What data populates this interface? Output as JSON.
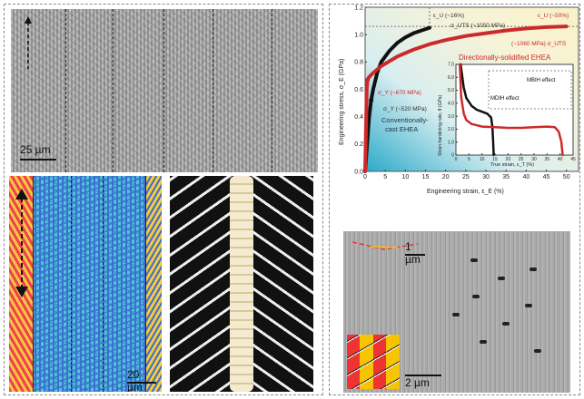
{
  "panels": {
    "top_left": {
      "scale_bar": "25 µm"
    },
    "ebsd": {
      "scale_bar": "20 µm"
    },
    "bottom_right": {
      "scale_bar_small": "1 µm",
      "scale_bar_large": "2 µm"
    }
  },
  "chart_data": {
    "type": "line",
    "xlabel": "Engineering strain, ε_E (%)",
    "ylabel": "Engineering stress, σ_E (GPa)",
    "xlim": [
      0,
      53
    ],
    "ylim": [
      0,
      1.2
    ],
    "xticks": [
      "0",
      "5",
      "10",
      "15",
      "20",
      "25",
      "30",
      "35",
      "40",
      "45",
      "50"
    ],
    "yticks": [
      "0.0",
      "0.2",
      "0.4",
      "0.6",
      "0.8",
      "1.0",
      "1.2"
    ],
    "colors": {
      "red": "#cc2a2a",
      "black": "#111111"
    },
    "series": [
      {
        "name": "Conventionally-cast EHEA",
        "color": "#111111",
        "x": [
          0,
          0.5,
          1,
          1.5,
          2,
          3,
          4,
          6,
          8,
          10,
          12,
          14,
          16
        ],
        "y": [
          0,
          0.2,
          0.4,
          0.52,
          0.6,
          0.72,
          0.8,
          0.88,
          0.94,
          0.98,
          1.01,
          1.03,
          1.05
        ]
      },
      {
        "name": "Directionally-solidified EHEA",
        "color": "#cc2a2a",
        "x": [
          0,
          0.2,
          0.4,
          0.6,
          1,
          2,
          4,
          8,
          12,
          16,
          20,
          25,
          30,
          35,
          40,
          45,
          50
        ],
        "y": [
          0,
          0.3,
          0.6,
          0.67,
          0.69,
          0.72,
          0.77,
          0.84,
          0.89,
          0.93,
          0.96,
          0.99,
          1.01,
          1.03,
          1.045,
          1.055,
          1.06
        ]
      }
    ],
    "annotations": {
      "ds_label": "Directionally-solidified EHEA",
      "cc_label_1": "Conventionally-",
      "cc_label_2": "cast EHEA",
      "eu_cc": "ε_U (~16%)",
      "uts_cc": "σ_UTS (~1050 MPa)",
      "eu_ds": "ε_U (~50%)",
      "uts_ds": "(~1060 MPa) σ_UTS",
      "ys_ds": "σ_Y (~670 MPa)",
      "ys_cc": "σ_Y (~520 MPa)"
    },
    "inset": {
      "type": "line",
      "xlabel": "True strain, ε_T (%)",
      "ylabel": "Strain-hardening rate, θ (GPa)",
      "xlim": [
        0,
        45
      ],
      "ylim": [
        0,
        7
      ],
      "xticks": [
        "0",
        "5",
        "10",
        "15",
        "20",
        "25",
        "30",
        "35",
        "40",
        "45"
      ],
      "yticks": [
        "0",
        "1.0",
        "2.0",
        "3.0",
        "4.0",
        "5.0",
        "6.0",
        "7.0"
      ],
      "series": [
        {
          "name": "Conventionally-cast EHEA",
          "color": "#111111",
          "x": [
            1.8,
            3,
            4,
            6,
            8,
            10,
            12,
            13.5,
            14,
            14.3,
            14.5
          ],
          "y": [
            7,
            5.2,
            4.4,
            3.8,
            3.5,
            3.35,
            3.2,
            2.9,
            2.2,
            1,
            0
          ]
        },
        {
          "name": "Directionally-solidified EHEA",
          "color": "#cc2a2a",
          "x": [
            1.5,
            2,
            3,
            4,
            6,
            10,
            15,
            20,
            25,
            30,
            35,
            38,
            39.5,
            40.5,
            41
          ],
          "y": [
            7,
            4.5,
            3.2,
            2.7,
            2.4,
            2.2,
            2.15,
            2.1,
            2.1,
            2.15,
            2.2,
            2.15,
            1.8,
            1,
            0
          ]
        }
      ],
      "zoom_labels": {
        "mbih": "MBIH effect",
        "mdih": "MDIH effect"
      }
    }
  }
}
